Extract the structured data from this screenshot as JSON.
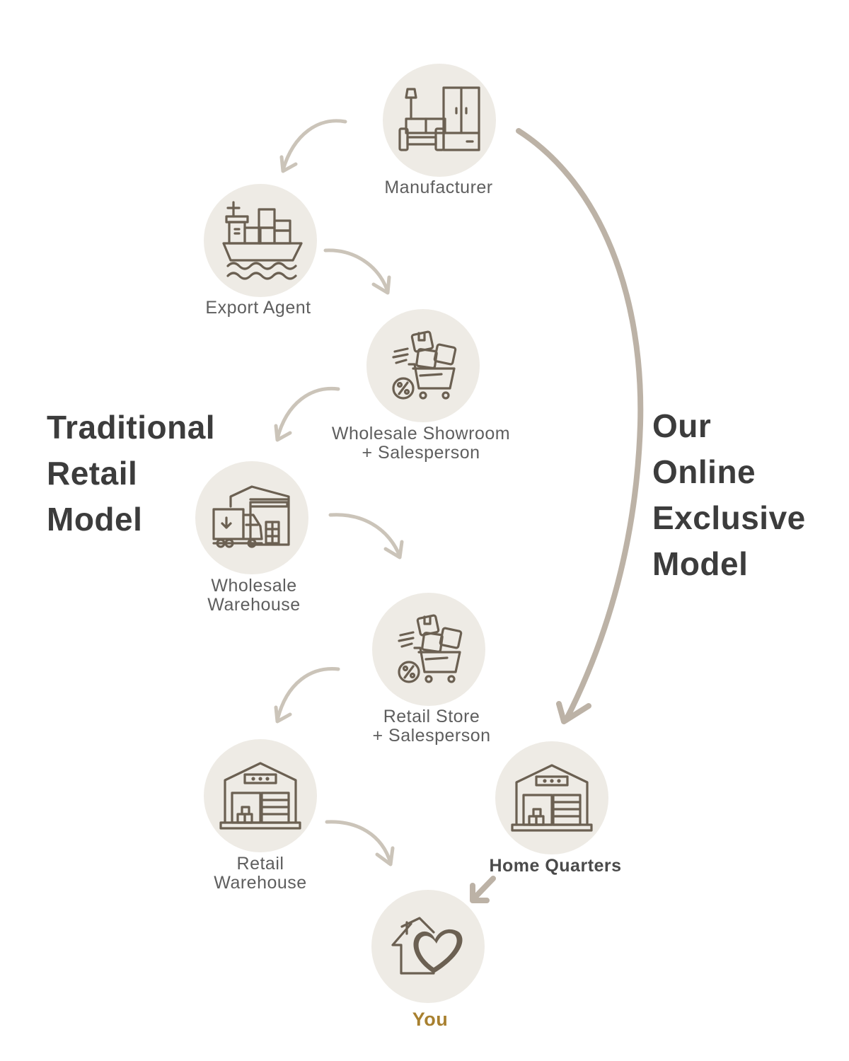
{
  "headings": {
    "traditional": [
      "Traditional",
      "Retail",
      "Model"
    ],
    "online": [
      "Our",
      "Online",
      "Exclusive",
      "Model"
    ]
  },
  "nodes": {
    "manufacturer": {
      "icon": "furniture-icon",
      "lines": [
        "Manufacturer"
      ]
    },
    "export_agent": {
      "icon": "cargo-ship-icon",
      "lines": [
        "Export Agent"
      ]
    },
    "wholesale_showroom": {
      "icon": "shopping-cart-boxes-icon",
      "lines": [
        "Wholesale Showroom",
        "+ Salesperson"
      ]
    },
    "wholesale_warehouse": {
      "icon": "warehouse-truck-icon",
      "lines": [
        "Wholesale",
        "Warehouse"
      ]
    },
    "retail_store": {
      "icon": "shopping-cart-boxes-icon",
      "lines": [
        "Retail Store",
        "+ Salesperson"
      ]
    },
    "retail_warehouse": {
      "icon": "warehouse-icon",
      "lines": [
        "Retail",
        "Warehouse"
      ]
    },
    "home_quarters": {
      "icon": "warehouse-icon",
      "lines": [
        "Home Quarters"
      ]
    },
    "you": {
      "icon": "house-heart-icon",
      "lines": [
        "You"
      ]
    }
  },
  "colors": {
    "circle_fill": "#eeebe5",
    "icon_stroke": "#6b6052",
    "arrow": "#c9c1b6",
    "online_arrow": "#bcb2a6",
    "heading_text": "#3c3c3c",
    "label_text": "#5e5e5e",
    "you_text": "#a8802f"
  }
}
